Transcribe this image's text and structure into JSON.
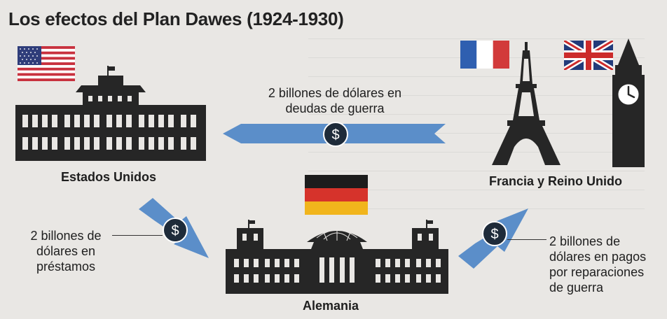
{
  "title": "Los efectos del Plan Dawes (1924-1930)",
  "colors": {
    "arrow": "#5b8ec9",
    "building": "#262626",
    "coin": "#1e2b3a",
    "background": "#e9e7e4"
  },
  "nodes": {
    "usa": {
      "label": "Estados Unidos",
      "flag": "usa-flag",
      "icon": "capitol-building-icon"
    },
    "allies": {
      "label": "Francia y Reino Unido",
      "flags": [
        "france-flag",
        "uk-flag"
      ],
      "icons": [
        "eiffel-tower-icon",
        "big-ben-icon"
      ]
    },
    "germany": {
      "label": "Alemania",
      "flag": "germany-flag",
      "icon": "reichstag-building-icon"
    }
  },
  "flows": {
    "war_debts": {
      "line1": "2 billones de dólares en",
      "line2": "deudas de guerra",
      "icon": "dollar-coin-icon"
    },
    "loans": {
      "line1": "2 billones de",
      "line2": "dólares en",
      "line3": "préstamos",
      "icon": "dollar-coin-icon"
    },
    "reparations": {
      "line1": "2 billones de",
      "line2": "dólares en pagos",
      "line3": "por reparaciones",
      "line4": "de guerra",
      "icon": "dollar-coin-icon"
    }
  },
  "currency_symbol": "$"
}
